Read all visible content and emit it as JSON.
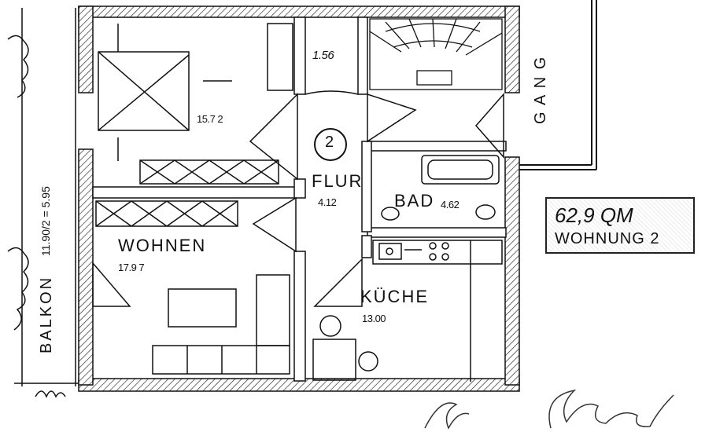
{
  "rooms": {
    "bedroom": {
      "area": "15.7 2"
    },
    "wc": {
      "area": "1.56"
    },
    "corridor": {
      "name": "FLUR",
      "area": "4.12"
    },
    "bath": {
      "name": "BAD",
      "area": "4.62"
    },
    "living": {
      "name": "WOHNEN",
      "area": "17.9 7"
    },
    "kitchen": {
      "name": "KÜCHE",
      "area": "13.00"
    },
    "hallway": {
      "name": "G A N G"
    },
    "balcony": {
      "name": "BALKON",
      "dims": "11.90/2 = 5.95"
    }
  },
  "unit_marker": "2",
  "summary": {
    "area": "62,9 QM",
    "unit": "WOHNUNG 2"
  }
}
